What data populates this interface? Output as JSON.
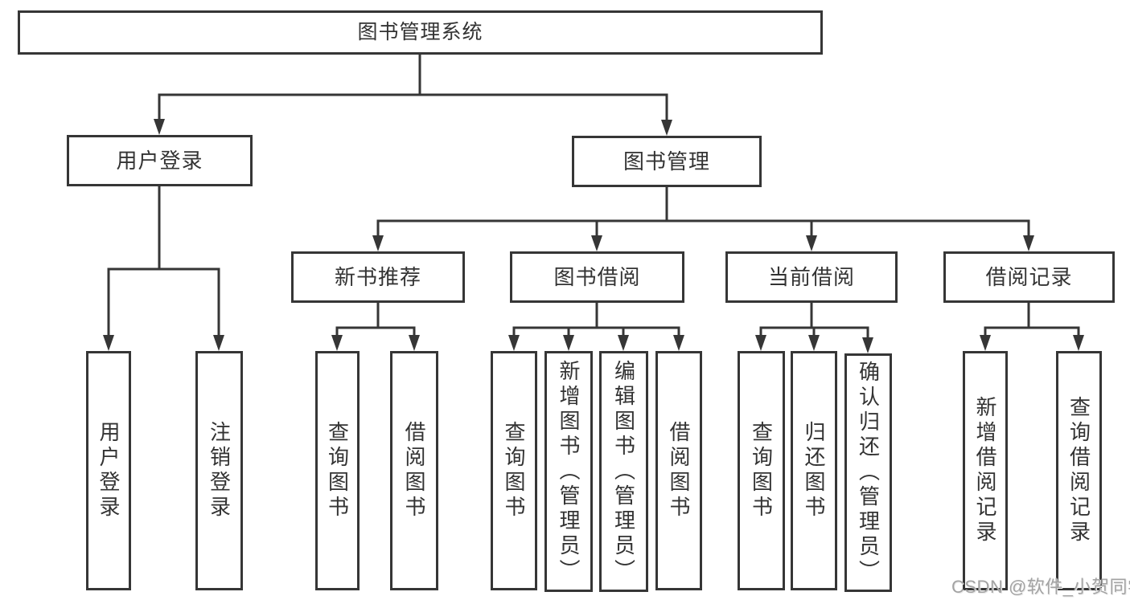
{
  "colors": {
    "line": "#363636",
    "text": "#333333",
    "background": "#ffffff",
    "watermark": "#a3a3a3"
  },
  "watermark": {
    "text": "CSDN @软件_小贺同学"
  },
  "tree": {
    "label": "图书管理系统",
    "children": [
      {
        "label": "用户登录",
        "children": [
          {
            "label": "用户登录"
          },
          {
            "label": "注销登录"
          }
        ]
      },
      {
        "label": "图书管理",
        "children": [
          {
            "label": "新书推荐",
            "children": [
              {
                "label": "查询图书"
              },
              {
                "label": "借阅图书"
              }
            ]
          },
          {
            "label": "图书借阅",
            "children": [
              {
                "label": "查询图书"
              },
              {
                "label": "新增图书（管理员）"
              },
              {
                "label": "编辑图书（管理员）"
              },
              {
                "label": "借阅图书"
              }
            ]
          },
          {
            "label": "当前借阅",
            "children": [
              {
                "label": "查询图书"
              },
              {
                "label": "归还图书"
              },
              {
                "label": "确认归还（管理员）"
              }
            ]
          },
          {
            "label": "借阅记录",
            "children": [
              {
                "label": "新增借阅记录"
              },
              {
                "label": "查询借阅记录"
              }
            ]
          }
        ]
      }
    ]
  }
}
